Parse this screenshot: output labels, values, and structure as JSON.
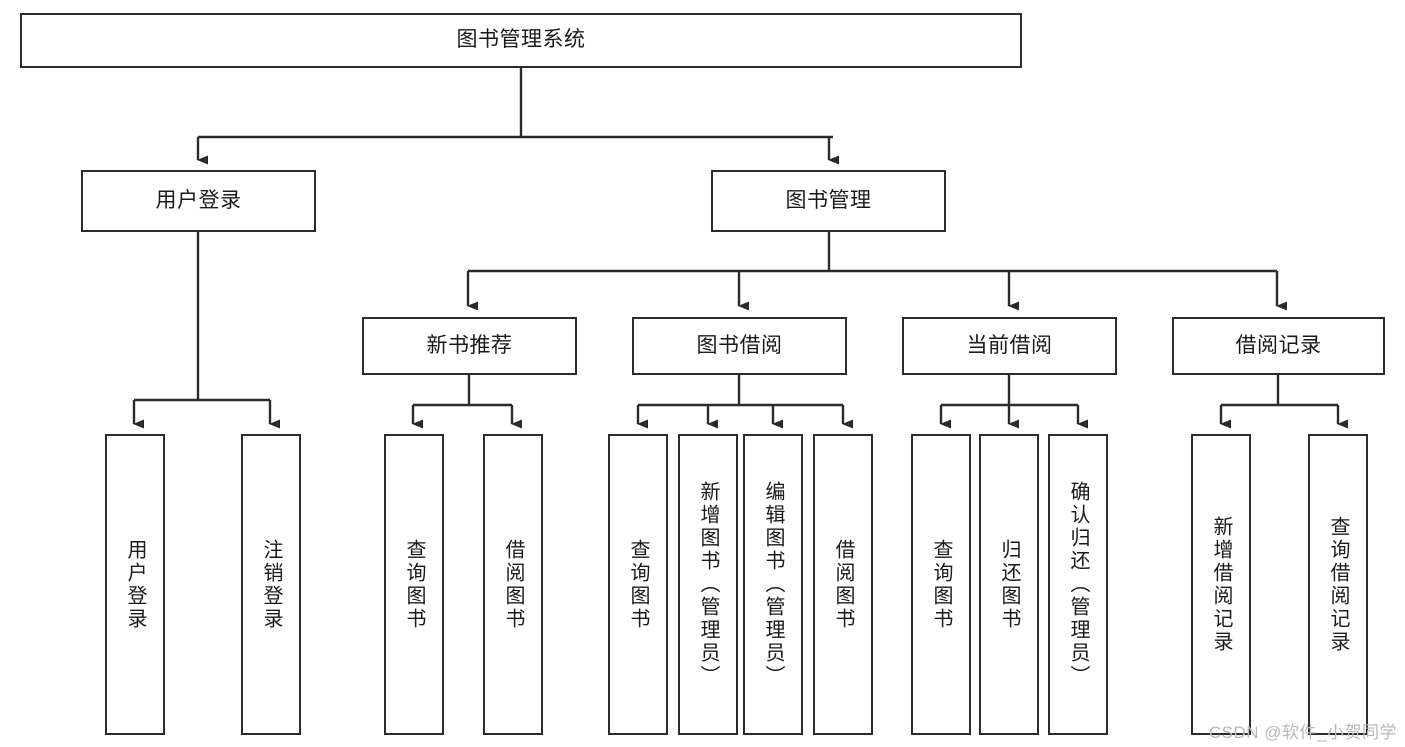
{
  "diagram": {
    "title": "图书管理系统",
    "type": "tree",
    "watermark": "CSDN @软件_小贺同学",
    "colors": {
      "node_border": "#2b2b2b",
      "node_fill": "#ffffff",
      "edge": "#2b2b2b",
      "text": "#1a1a1a",
      "watermark": "#b9b9b9",
      "background": "#ffffff"
    },
    "root": {
      "id": "root",
      "label": "图书管理系统"
    },
    "level2": [
      {
        "id": "user-login",
        "label": "用户登录"
      },
      {
        "id": "book-manage",
        "label": "图书管理"
      }
    ],
    "level3": [
      {
        "id": "new-book-rec",
        "label": "新书推荐",
        "parent": "book-manage"
      },
      {
        "id": "book-borrow",
        "label": "图书借阅",
        "parent": "book-manage"
      },
      {
        "id": "current-borrow",
        "label": "当前借阅",
        "parent": "book-manage"
      },
      {
        "id": "borrow-record",
        "label": "借阅记录",
        "parent": "book-manage"
      }
    ],
    "leaves": [
      {
        "id": "leaf-user-login",
        "label": "用户登录",
        "parent": "user-login"
      },
      {
        "id": "leaf-user-logout",
        "label": "注销登录",
        "parent": "user-login"
      },
      {
        "id": "leaf-query-book-1",
        "label": "查询图书",
        "parent": "new-book-rec"
      },
      {
        "id": "leaf-borrow-book-1",
        "label": "借阅图书",
        "parent": "new-book-rec"
      },
      {
        "id": "leaf-query-book-2",
        "label": "查询图书",
        "parent": "book-borrow"
      },
      {
        "id": "leaf-add-book",
        "label": "新增图书（管理员）",
        "parent": "book-borrow"
      },
      {
        "id": "leaf-edit-book",
        "label": "编辑图书（管理员）",
        "parent": "book-borrow"
      },
      {
        "id": "leaf-borrow-book-2",
        "label": "借阅图书",
        "parent": "book-borrow"
      },
      {
        "id": "leaf-query-book-3",
        "label": "查询图书",
        "parent": "current-borrow"
      },
      {
        "id": "leaf-return-book",
        "label": "归还图书",
        "parent": "current-borrow"
      },
      {
        "id": "leaf-confirm-return",
        "label": "确认归还（管理员）",
        "parent": "current-borrow"
      },
      {
        "id": "leaf-add-record",
        "label": "新增借阅记录",
        "parent": "borrow-record"
      },
      {
        "id": "leaf-query-record",
        "label": "查询借阅记录",
        "parent": "borrow-record"
      }
    ]
  }
}
